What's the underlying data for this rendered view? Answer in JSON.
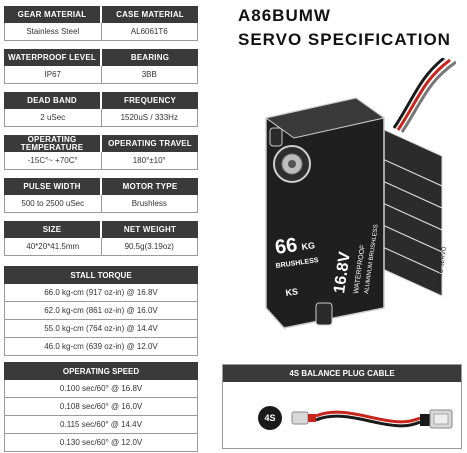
{
  "specs": [
    {
      "label1": "GEAR MATERIAL",
      "value1": "Stainless Steel",
      "label2": "CASE MATERIAL",
      "value2": "AL6061T6"
    },
    {
      "label1": "WATERPROOF LEVEL",
      "value1": "IP67",
      "label2": "BEARING",
      "value2": "3BB"
    },
    {
      "label1": "DEAD BAND",
      "value1": "2 uSec",
      "label2": "FREQUENCY",
      "value2": "1520uS / 333Hz"
    },
    {
      "label1": "OPERATING TEMPERATURE",
      "value1": "-15C°~ +70C°",
      "label2": "OPERATING TRAVEL",
      "value2": "180°±10°"
    },
    {
      "label1": "PULSE WIDTH",
      "value1": "500 to 2500 uSec",
      "label2": "MOTOR TYPE",
      "value2": "Brushless"
    },
    {
      "label1": "SIZE",
      "value1": "40*20*41.5mm",
      "label2": "NET WEIGHT",
      "value2": "90.5g(3.19oz)"
    }
  ],
  "stall_torque": {
    "heading": "STALL TORQUE",
    "rows": [
      "66.0 kg-cm (917 oz-in) @ 16.8V",
      "62.0 kg-cm (861 oz-in) @ 16.0V",
      "55.0 kg-cm (764 oz-in) @ 14.4V",
      "46.0 kg-cm (639 oz-in) @ 12.0V"
    ]
  },
  "operating_speed": {
    "heading": "OPERATING SPEED",
    "rows": [
      "0.100 sec/60° @ 16.8V",
      "0.108 sec/60° @ 16.0V",
      "0.115 sec/60° @ 14.4V",
      "0.130 sec/60° @ 12.0V"
    ]
  },
  "title": {
    "line1": "A86BUMW",
    "line2": "SERVO SPECIFICATION"
  },
  "servo_label": {
    "torque": "66",
    "unit": "KG",
    "brushless": "BRUSHLESS",
    "voltage": "16.8V",
    "waterproof": "WATERPROOF",
    "aluminum": "ALUMINUM BRUSHLESS",
    "brand": "AGFRC SERVO",
    "logo": "KS"
  },
  "cable": {
    "heading": "4S BALANCE PLUG CABLE",
    "badge": "4S"
  },
  "colors": {
    "header_bg": "#3a3a3a",
    "border": "#9a9a9a",
    "servo_body": "#1f1f1f",
    "wire_red": "#c8261c"
  }
}
